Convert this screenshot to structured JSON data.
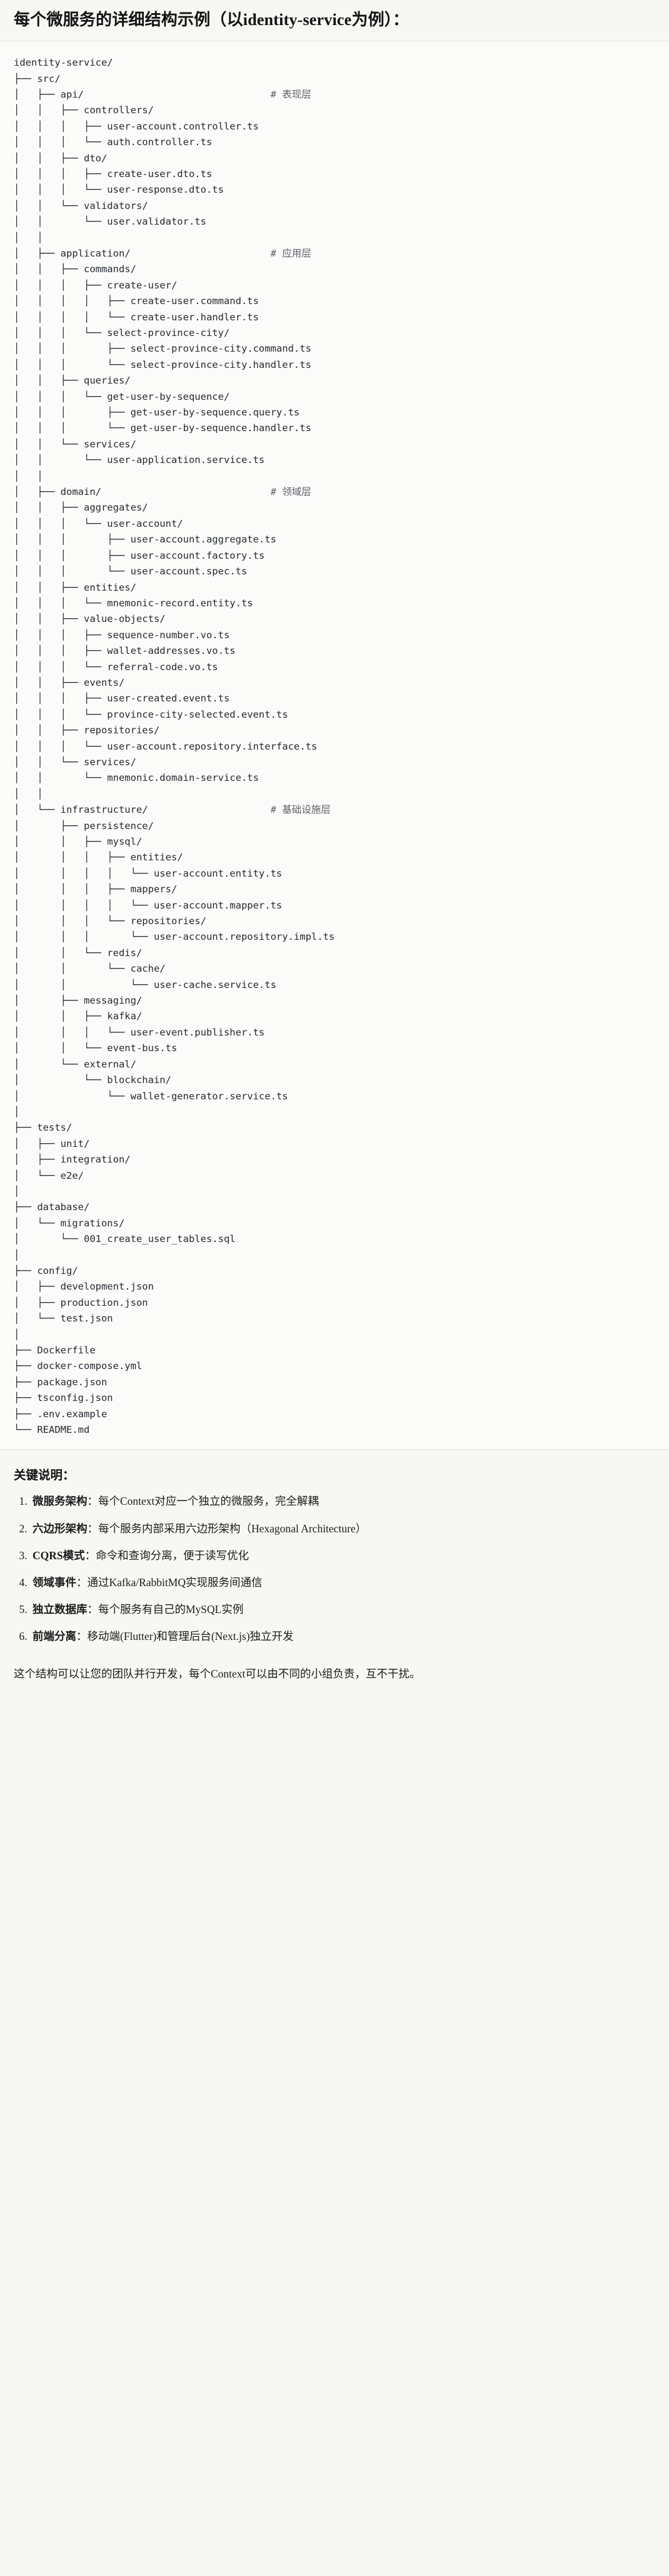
{
  "document": {
    "title": "每个微服务的详细结构示例（以identity-service为例）："
  },
  "tree": {
    "root_label": "identity-service/",
    "lines": [
      {
        "text": "identity-service/",
        "comment": ""
      },
      {
        "text": "├── src/",
        "comment": ""
      },
      {
        "text": "│   ├── api/",
        "comment": "# 表现层"
      },
      {
        "text": "│   │   ├── controllers/",
        "comment": ""
      },
      {
        "text": "│   │   │   ├── user-account.controller.ts",
        "comment": ""
      },
      {
        "text": "│   │   │   └── auth.controller.ts",
        "comment": ""
      },
      {
        "text": "│   │   ├── dto/",
        "comment": ""
      },
      {
        "text": "│   │   │   ├── create-user.dto.ts",
        "comment": ""
      },
      {
        "text": "│   │   │   └── user-response.dto.ts",
        "comment": ""
      },
      {
        "text": "│   │   └── validators/",
        "comment": ""
      },
      {
        "text": "│   │       └── user.validator.ts",
        "comment": ""
      },
      {
        "text": "│   │",
        "comment": ""
      },
      {
        "text": "│   ├── application/",
        "comment": "# 应用层"
      },
      {
        "text": "│   │   ├── commands/",
        "comment": ""
      },
      {
        "text": "│   │   │   ├── create-user/",
        "comment": ""
      },
      {
        "text": "│   │   │   │   ├── create-user.command.ts",
        "comment": ""
      },
      {
        "text": "│   │   │   │   └── create-user.handler.ts",
        "comment": ""
      },
      {
        "text": "│   │   │   └── select-province-city/",
        "comment": ""
      },
      {
        "text": "│   │   │       ├── select-province-city.command.ts",
        "comment": ""
      },
      {
        "text": "│   │   │       └── select-province-city.handler.ts",
        "comment": ""
      },
      {
        "text": "│   │   ├── queries/",
        "comment": ""
      },
      {
        "text": "│   │   │   └── get-user-by-sequence/",
        "comment": ""
      },
      {
        "text": "│   │   │       ├── get-user-by-sequence.query.ts",
        "comment": ""
      },
      {
        "text": "│   │   │       └── get-user-by-sequence.handler.ts",
        "comment": ""
      },
      {
        "text": "│   │   └── services/",
        "comment": ""
      },
      {
        "text": "│   │       └── user-application.service.ts",
        "comment": ""
      },
      {
        "text": "│   │",
        "comment": ""
      },
      {
        "text": "│   ├── domain/",
        "comment": "# 领域层"
      },
      {
        "text": "│   │   ├── aggregates/",
        "comment": ""
      },
      {
        "text": "│   │   │   └── user-account/",
        "comment": ""
      },
      {
        "text": "│   │   │       ├── user-account.aggregate.ts",
        "comment": ""
      },
      {
        "text": "│   │   │       ├── user-account.factory.ts",
        "comment": ""
      },
      {
        "text": "│   │   │       └── user-account.spec.ts",
        "comment": ""
      },
      {
        "text": "│   │   ├── entities/",
        "comment": ""
      },
      {
        "text": "│   │   │   └── mnemonic-record.entity.ts",
        "comment": ""
      },
      {
        "text": "│   │   ├── value-objects/",
        "comment": ""
      },
      {
        "text": "│   │   │   ├── sequence-number.vo.ts",
        "comment": ""
      },
      {
        "text": "│   │   │   ├── wallet-addresses.vo.ts",
        "comment": ""
      },
      {
        "text": "│   │   │   └── referral-code.vo.ts",
        "comment": ""
      },
      {
        "text": "│   │   ├── events/",
        "comment": ""
      },
      {
        "text": "│   │   │   ├── user-created.event.ts",
        "comment": ""
      },
      {
        "text": "│   │   │   └── province-city-selected.event.ts",
        "comment": ""
      },
      {
        "text": "│   │   ├── repositories/",
        "comment": ""
      },
      {
        "text": "│   │   │   └── user-account.repository.interface.ts",
        "comment": ""
      },
      {
        "text": "│   │   └── services/",
        "comment": ""
      },
      {
        "text": "│   │       └── mnemonic.domain-service.ts",
        "comment": ""
      },
      {
        "text": "│   │",
        "comment": ""
      },
      {
        "text": "│   └── infrastructure/",
        "comment": "# 基础设施层"
      },
      {
        "text": "│       ├── persistence/",
        "comment": ""
      },
      {
        "text": "│       │   ├── mysql/",
        "comment": ""
      },
      {
        "text": "│       │   │   ├── entities/",
        "comment": ""
      },
      {
        "text": "│       │   │   │   └── user-account.entity.ts",
        "comment": ""
      },
      {
        "text": "│       │   │   ├── mappers/",
        "comment": ""
      },
      {
        "text": "│       │   │   │   └── user-account.mapper.ts",
        "comment": ""
      },
      {
        "text": "│       │   │   └── repositories/",
        "comment": ""
      },
      {
        "text": "│       │   │       └── user-account.repository.impl.ts",
        "comment": ""
      },
      {
        "text": "│       │   └── redis/",
        "comment": ""
      },
      {
        "text": "│       │       └── cache/",
        "comment": ""
      },
      {
        "text": "│       │           └── user-cache.service.ts",
        "comment": ""
      },
      {
        "text": "│       ├── messaging/",
        "comment": ""
      },
      {
        "text": "│       │   ├── kafka/",
        "comment": ""
      },
      {
        "text": "│       │   │   └── user-event.publisher.ts",
        "comment": ""
      },
      {
        "text": "│       │   └── event-bus.ts",
        "comment": ""
      },
      {
        "text": "│       └── external/",
        "comment": ""
      },
      {
        "text": "│           └── blockchain/",
        "comment": ""
      },
      {
        "text": "│               └── wallet-generator.service.ts",
        "comment": ""
      },
      {
        "text": "│",
        "comment": ""
      },
      {
        "text": "├── tests/",
        "comment": ""
      },
      {
        "text": "│   ├── unit/",
        "comment": ""
      },
      {
        "text": "│   ├── integration/",
        "comment": ""
      },
      {
        "text": "│   └── e2e/",
        "comment": ""
      },
      {
        "text": "│",
        "comment": ""
      },
      {
        "text": "├── database/",
        "comment": ""
      },
      {
        "text": "│   └── migrations/",
        "comment": ""
      },
      {
        "text": "│       └── 001_create_user_tables.sql",
        "comment": ""
      },
      {
        "text": "│",
        "comment": ""
      },
      {
        "text": "├── config/",
        "comment": ""
      },
      {
        "text": "│   ├── development.json",
        "comment": ""
      },
      {
        "text": "│   ├── production.json",
        "comment": ""
      },
      {
        "text": "│   └── test.json",
        "comment": ""
      },
      {
        "text": "│",
        "comment": ""
      },
      {
        "text": "├── Dockerfile",
        "comment": ""
      },
      {
        "text": "├── docker-compose.yml",
        "comment": ""
      },
      {
        "text": "├── package.json",
        "comment": ""
      },
      {
        "text": "├── tsconfig.json",
        "comment": ""
      },
      {
        "text": "├── .env.example",
        "comment": ""
      },
      {
        "text": "└── README.md",
        "comment": ""
      }
    ],
    "comment_column": 44
  },
  "keys": {
    "heading": "关键说明：",
    "items": [
      {
        "term": "微服务架构",
        "desc": "：每个Context对应一个独立的微服务，完全解耦"
      },
      {
        "term": "六边形架构",
        "desc": "：每个服务内部采用六边形架构（Hexagonal Architecture）"
      },
      {
        "term": "CQRS模式",
        "desc": "：命令和查询分离，便于读写优化"
      },
      {
        "term": "领域事件",
        "desc": "：通过Kafka/RabbitMQ实现服务间通信"
      },
      {
        "term": "独立数据库",
        "desc": "：每个服务有自己的MySQL实例"
      },
      {
        "term": "前端分离",
        "desc": "：移动端(Flutter)和管理后台(Next.js)独立开发"
      }
    ]
  },
  "closing": {
    "text": "这个结构可以让您的团队并行开发，每个Context可以由不同的小组负责，互不干扰。"
  },
  "colors": {
    "page_bg": "#f7f7f4",
    "code_bg": "#fbfbfa",
    "text": "#1a1a1a",
    "code_text": "#24292f",
    "comment_text": "#5d6068",
    "rule": "#e4e4df"
  }
}
